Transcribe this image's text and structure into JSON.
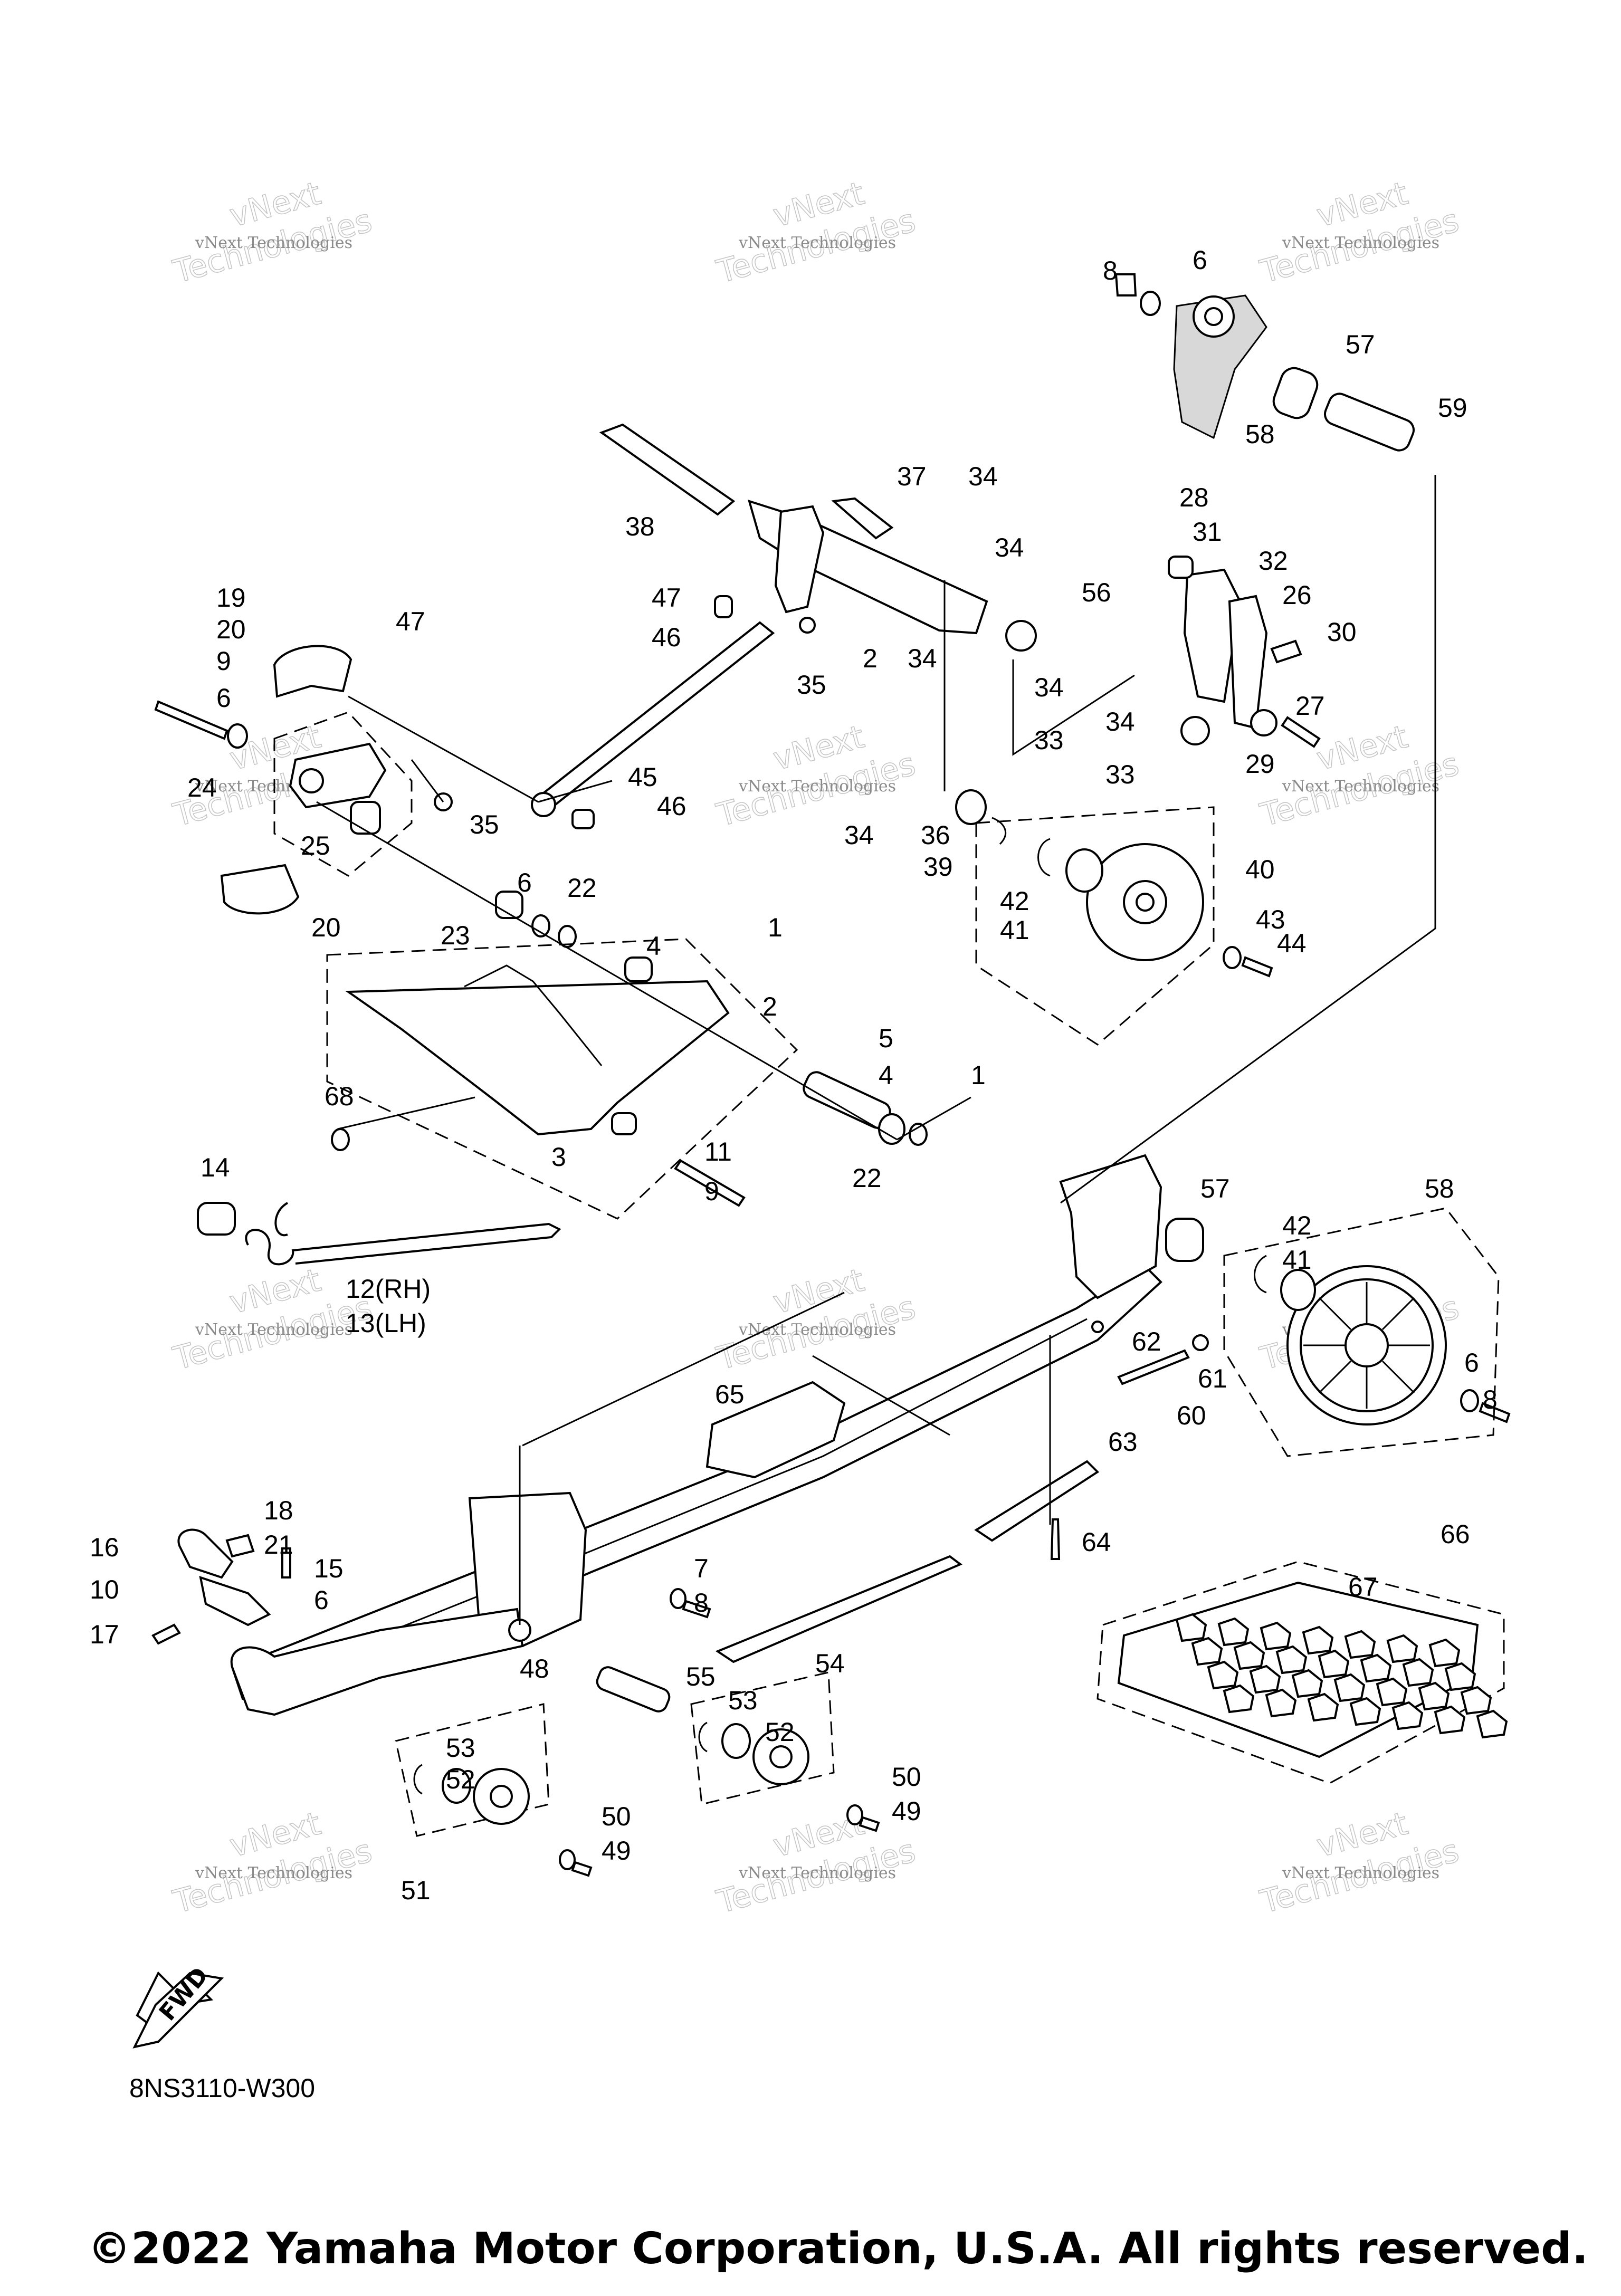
{
  "diagram": {
    "code": "8NS3110-W300",
    "copyright": "©2022 Yamaha Motor Corporation, U.S.A. All rights reserved.",
    "fwd_label": "FWD",
    "watermark_small": "vNext Technologies",
    "watermark_big_1": "vNext",
    "watermark_big_2": "Technologies",
    "callouts": [
      {
        "id": "c8a",
        "text": "8"
      },
      {
        "id": "c6a",
        "text": "6"
      },
      {
        "id": "c57a",
        "text": "57"
      },
      {
        "id": "c59",
        "text": "59"
      },
      {
        "id": "c58a",
        "text": "58"
      },
      {
        "id": "c37",
        "text": "37"
      },
      {
        "id": "c34a",
        "text": "34"
      },
      {
        "id": "c38",
        "text": "38"
      },
      {
        "id": "c34b",
        "text": "34"
      },
      {
        "id": "c28",
        "text": "28"
      },
      {
        "id": "c31",
        "text": "31"
      },
      {
        "id": "c32",
        "text": "32"
      },
      {
        "id": "c47a",
        "text": "47"
      },
      {
        "id": "c46a",
        "text": "46"
      },
      {
        "id": "c56",
        "text": "56"
      },
      {
        "id": "c26",
        "text": "26"
      },
      {
        "id": "c30",
        "text": "30"
      },
      {
        "id": "c19",
        "text": "19"
      },
      {
        "id": "c20a",
        "text": "20"
      },
      {
        "id": "c47b",
        "text": "47"
      },
      {
        "id": "c2a",
        "text": "2"
      },
      {
        "id": "c34c",
        "text": "34"
      },
      {
        "id": "c35a",
        "text": "35"
      },
      {
        "id": "c34d",
        "text": "34"
      },
      {
        "id": "c33a",
        "text": "33"
      },
      {
        "id": "c9a",
        "text": "9"
      },
      {
        "id": "c6b",
        "text": "6"
      },
      {
        "id": "c34e",
        "text": "34"
      },
      {
        "id": "c33b",
        "text": "33"
      },
      {
        "id": "c27",
        "text": "27"
      },
      {
        "id": "c29",
        "text": "29"
      },
      {
        "id": "c24",
        "text": "24"
      },
      {
        "id": "c45",
        "text": "45"
      },
      {
        "id": "c46b",
        "text": "46"
      },
      {
        "id": "c35b",
        "text": "35"
      },
      {
        "id": "c25",
        "text": "25"
      },
      {
        "id": "c34f",
        "text": "34"
      },
      {
        "id": "c36",
        "text": "36"
      },
      {
        "id": "c39",
        "text": "39"
      },
      {
        "id": "c40",
        "text": "40"
      },
      {
        "id": "c42a",
        "text": "42"
      },
      {
        "id": "c41a",
        "text": "41"
      },
      {
        "id": "c43",
        "text": "43"
      },
      {
        "id": "c44",
        "text": "44"
      },
      {
        "id": "c6c",
        "text": "6"
      },
      {
        "id": "c22a",
        "text": "22"
      },
      {
        "id": "c23",
        "text": "23"
      },
      {
        "id": "c20b",
        "text": "20"
      },
      {
        "id": "c1a",
        "text": "1"
      },
      {
        "id": "c4a",
        "text": "4"
      },
      {
        "id": "c2b",
        "text": "2"
      },
      {
        "id": "c5",
        "text": "5"
      },
      {
        "id": "c4b",
        "text": "4"
      },
      {
        "id": "c1b",
        "text": "1"
      },
      {
        "id": "c68",
        "text": "68"
      },
      {
        "id": "c14",
        "text": "14"
      },
      {
        "id": "c11",
        "text": "11"
      },
      {
        "id": "c9b",
        "text": "9"
      },
      {
        "id": "c3",
        "text": "3"
      },
      {
        "id": "c22b",
        "text": "22"
      },
      {
        "id": "c12",
        "text": "12(RH)"
      },
      {
        "id": "c13",
        "text": "13(LH)"
      },
      {
        "id": "c57b",
        "text": "57"
      },
      {
        "id": "c58b",
        "text": "58"
      },
      {
        "id": "c42b",
        "text": "42"
      },
      {
        "id": "c41b",
        "text": "41"
      },
      {
        "id": "c62",
        "text": "62"
      },
      {
        "id": "c61",
        "text": "61"
      },
      {
        "id": "c60",
        "text": "60"
      },
      {
        "id": "c6d",
        "text": "6"
      },
      {
        "id": "c8b",
        "text": "8"
      },
      {
        "id": "c65",
        "text": "65"
      },
      {
        "id": "c63",
        "text": "63"
      },
      {
        "id": "c64",
        "text": "64"
      },
      {
        "id": "c18",
        "text": "18"
      },
      {
        "id": "c16",
        "text": "16"
      },
      {
        "id": "c21",
        "text": "21"
      },
      {
        "id": "c15",
        "text": "15"
      },
      {
        "id": "c10",
        "text": "10"
      },
      {
        "id": "c6e",
        "text": "6"
      },
      {
        "id": "c17",
        "text": "17"
      },
      {
        "id": "c7",
        "text": "7"
      },
      {
        "id": "c8c",
        "text": "8"
      },
      {
        "id": "c66",
        "text": "66"
      },
      {
        "id": "c67",
        "text": "67"
      },
      {
        "id": "c48",
        "text": "48"
      },
      {
        "id": "c55",
        "text": "55"
      },
      {
        "id": "c54",
        "text": "54"
      },
      {
        "id": "c53a",
        "text": "53"
      },
      {
        "id": "c52a",
        "text": "52"
      },
      {
        "id": "c53b",
        "text": "53"
      },
      {
        "id": "c52b",
        "text": "52"
      },
      {
        "id": "c50a",
        "text": "50"
      },
      {
        "id": "c49a",
        "text": "49"
      },
      {
        "id": "c50b",
        "text": "50"
      },
      {
        "id": "c49b",
        "text": "49"
      },
      {
        "id": "c51",
        "text": "51"
      }
    ]
  }
}
